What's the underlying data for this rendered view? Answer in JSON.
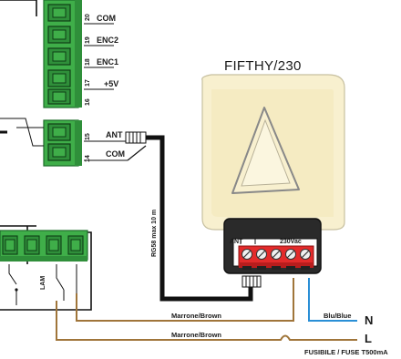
{
  "device": {
    "title": "FIFTHY/230",
    "ant_label": "ANT",
    "voltage_label": "230Vac"
  },
  "board": {
    "upper_terminals": [
      {
        "number": "20",
        "label": "COM"
      },
      {
        "number": "19",
        "label": "ENC2"
      },
      {
        "number": "18",
        "label": "ENC1"
      },
      {
        "number": "17",
        "label": "+5V"
      },
      {
        "number": "16",
        "label": ""
      }
    ],
    "antenna_terminals": [
      {
        "number": "15",
        "label": "ANT"
      },
      {
        "number": "14",
        "label": "COM"
      }
    ],
    "lam_label": "LAM"
  },
  "wiring": {
    "cable_label": "RG58 max 10 m",
    "wire_brown_1": "Marrone/Brown",
    "wire_brown_2": "Marrone/Brown",
    "wire_blue": "Blu/Blue",
    "neutral": "N",
    "line": "L",
    "fuse_label": "FUSIBILE / FUSE T500mA"
  },
  "colors": {
    "terminal_green": "#3fae49",
    "terminal_dark": "#1d6b2a",
    "lamp_body": "#f8f0cf",
    "terminal_red": "#e32b2b",
    "wire_brown": "#a0753a",
    "wire_blue": "#2a8fd6",
    "coax": "#111111"
  }
}
